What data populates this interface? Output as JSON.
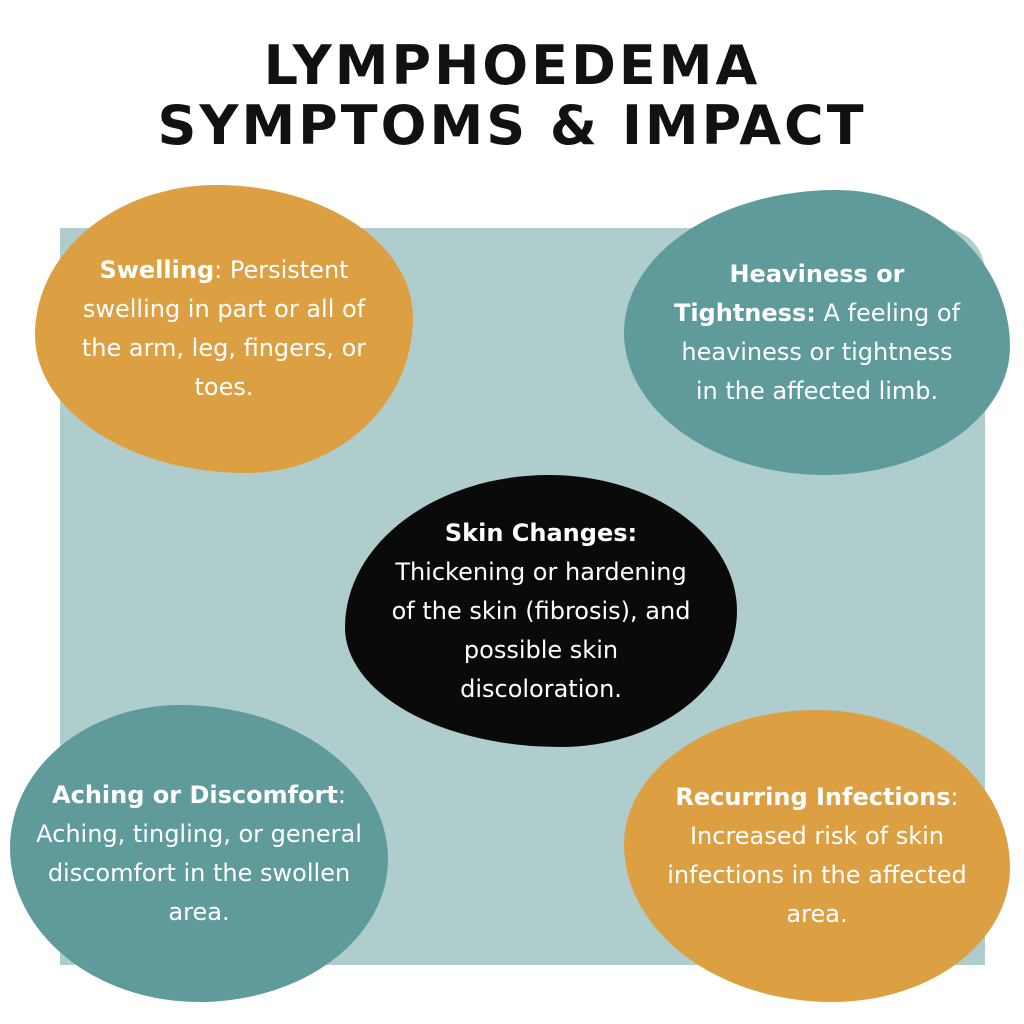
{
  "title": {
    "line1": "LYMPHOEDEMA",
    "line2": "SYMPTOMS & IMPACT"
  },
  "colors": {
    "orange": "#dca043",
    "teal": "#5f9b9a",
    "panel": "#afcdcd",
    "center": "#0a0a0a"
  },
  "items": [
    {
      "heading": "Swelling",
      "text": ": Persistent swelling in part or all of the arm, leg, fingers, or toes."
    },
    {
      "heading": "Heaviness or Tightness:",
      "text": " A feeling of heaviness or tightness in the affected limb."
    },
    {
      "heading": "Skin Changes:",
      "text": " Thickening or hardening of the skin (fibrosis), and possible skin discoloration."
    },
    {
      "heading": "Aching or Discomfort",
      "text": ": Aching, tingling, or general discomfort in the swollen area."
    },
    {
      "heading": "Recurring Infections",
      "text": ": Increased risk of skin infections in the affected area."
    }
  ]
}
